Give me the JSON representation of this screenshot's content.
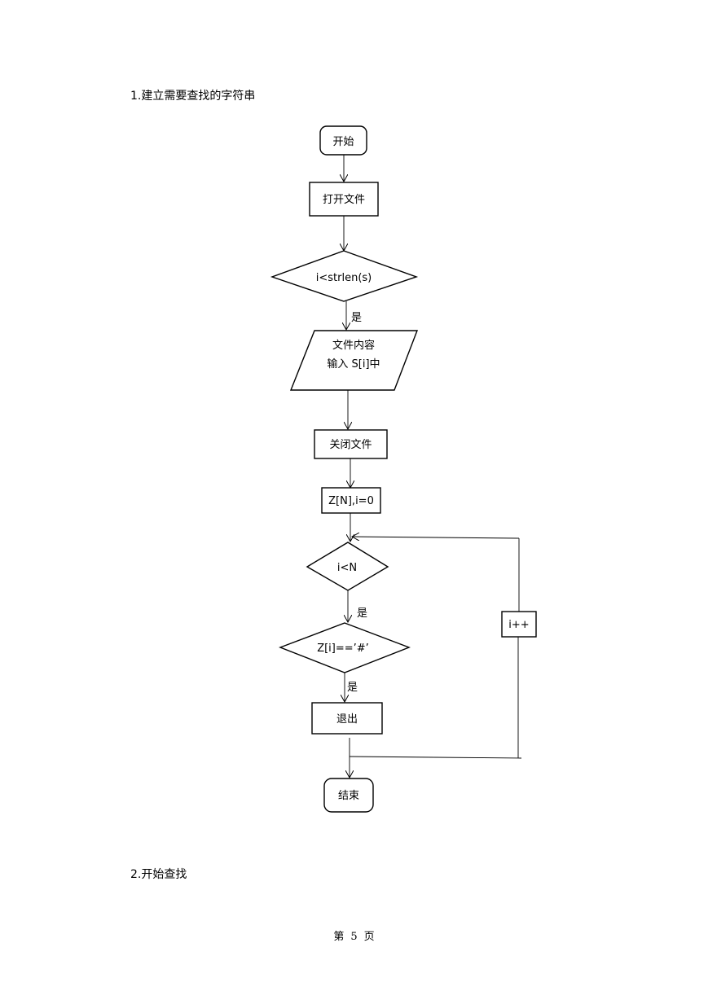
{
  "document": {
    "section1_title": "1.建立需要查找的字符串",
    "section2_title": "2.开始查找",
    "footer": {
      "prefix": "第",
      "page_number": "5",
      "suffix": "页"
    }
  },
  "flowchart": {
    "start": "开始",
    "open_file": "打开文件",
    "loop_condition": "i<strlen(s)",
    "yes_label_1": "是",
    "input_line1": "文件内容",
    "input_line2": "输入 S[i]中",
    "close_file": "关闭文件",
    "init": "Z[N],i=0",
    "condition_n": "i<N",
    "yes_label_2": "是",
    "condition_hash": "Z[i]==’#’",
    "yes_label_3": "是",
    "exit": "退出",
    "increment": "i++",
    "end": "结束"
  }
}
